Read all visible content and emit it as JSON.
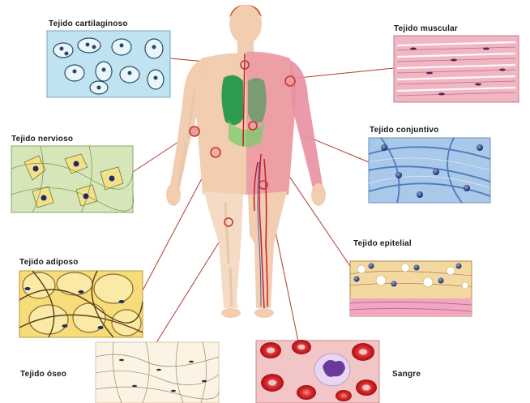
{
  "labels": {
    "cartilaginoso": "Tejido cartilaginoso",
    "muscular": "Tejido muscular",
    "nervioso": "Tejido nervioso",
    "conjuntivo": "Tejido conjuntivo",
    "adiposo": "Tejido adiposo",
    "epitelial": "Tejido epitelial",
    "oseo": "Tejido óseo",
    "sangre": "Sangre"
  },
  "colors": {
    "connector": "#b03a2e",
    "skin": "#f2cdb0",
    "muscle": "#e98fa0",
    "lung": "#2e9b4e",
    "cartilage_bg": "#bfe3f0",
    "muscle_bg": "#f0b6c4",
    "nerve_bg": "#d6e6b8",
    "connective_bg": "#a9c8ea",
    "adipose_bg": "#f7dc7a",
    "epithelial_bg": "#f3d9a0",
    "bone_bg": "#fbf3e4",
    "blood_bg": "#f2c6c6"
  }
}
